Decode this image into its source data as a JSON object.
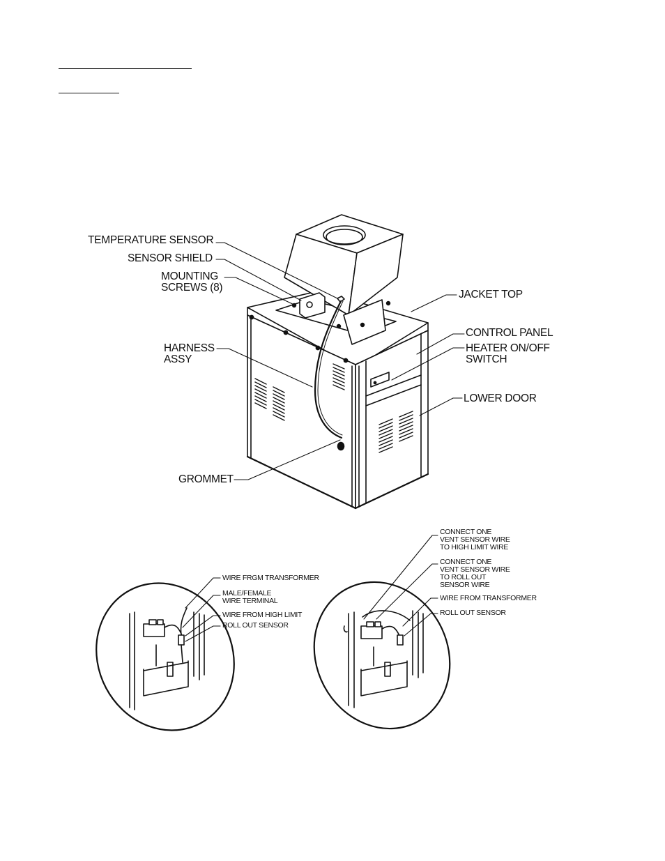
{
  "main_labels": {
    "temperature_sensor": "TEMPERATURE SENSOR",
    "sensor_shield": "SENSOR SHIELD",
    "mounting_screws": "MOUNTING\nSCREWS (8)",
    "harness_assy": "HARNESS\nASSY",
    "grommet": "GROMMET",
    "jacket_top": "JACKET TOP",
    "control_panel": "CONTROL PANEL",
    "heater_switch": "HEATER ON/OFF\nSWITCH",
    "lower_door": "LOWER DOOR"
  },
  "left_detail": {
    "wire_from_transformer": "WIRE FRGM TRANSFORMER",
    "male_female_terminal": "MALE/FEMALE\nWIRE TERMINAL",
    "wire_from_high_limit": "WIRE FROM HIGH LIMIT",
    "roll_out_sensor": "ROLL OUT SENSOR"
  },
  "right_detail": {
    "connect_high_limit": "CONNECT ONE\nVENT SENSOR WIRE\nTO HIGH LIMIT WIRE",
    "connect_roll_out": "CONNECT ONE\nVENT SENSOR WIRE\nTO ROLL OUT\nSENSOR WIRE",
    "wire_from_transformer": "WIRE FROM TRANSFORMER",
    "roll_out_sensor": "ROLL OUT SENSOR"
  }
}
